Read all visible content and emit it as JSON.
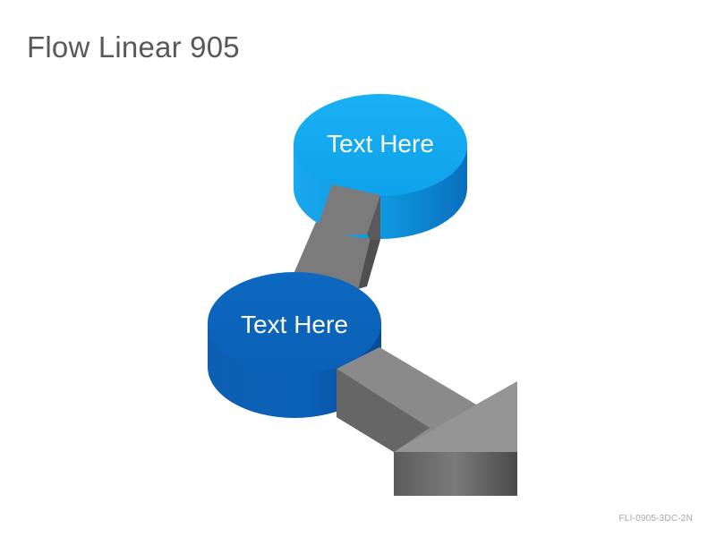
{
  "slide": {
    "title": "Flow Linear 905",
    "code": "FLI-0905-3DC-2N"
  },
  "nodes": [
    {
      "label": "Text Here",
      "color": "#0ea5e9"
    },
    {
      "label": "Text Here",
      "color": "#0b6bc4"
    }
  ],
  "connector": {
    "color": "#8c8c8c"
  }
}
